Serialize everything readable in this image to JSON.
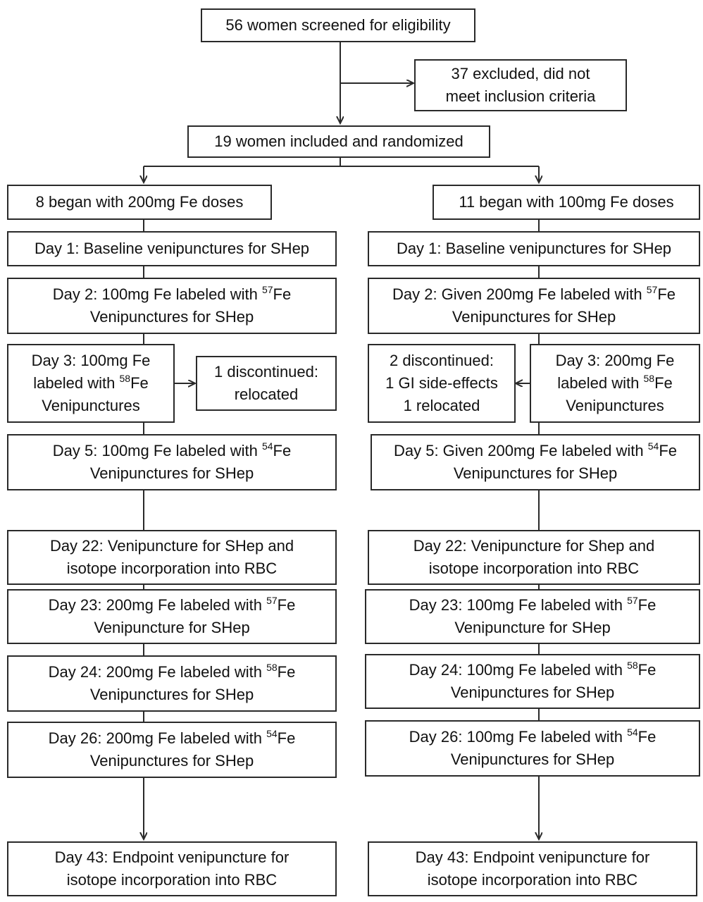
{
  "screening": {
    "text": "56 women screened for eligibility"
  },
  "excluded": {
    "line1": "37 excluded, did not",
    "line2": "meet inclusion criteria"
  },
  "randomized": {
    "text": "19 women included and randomized"
  },
  "left": {
    "start": "8 began with 200mg Fe doses",
    "day1": "Day 1: Baseline venipunctures for SHep",
    "day2": {
      "pre": "Day 2: 100mg Fe labeled with ",
      "iso": "57",
      "el": "Fe",
      "line2": "Venipunctures for SHep"
    },
    "day3": {
      "line1": "Day 3: 100mg Fe",
      "pre": "labeled with ",
      "iso": "58",
      "el": "Fe",
      "line3": "Venipunctures"
    },
    "discontinued": {
      "line1": "1 discontinued:",
      "line2": "relocated"
    },
    "day5": {
      "pre": "Day 5: 100mg Fe labeled with ",
      "iso": "54",
      "el": "Fe",
      "line2": "Venipunctures for SHep"
    },
    "day22": {
      "line1": "Day 22: Venipuncture for SHep and",
      "line2": "isotope incorporation into RBC"
    },
    "day23": {
      "pre": "Day 23: 200mg Fe labeled with ",
      "iso": "57",
      "el": "Fe",
      "line2": "Venipuncture for SHep"
    },
    "day24": {
      "pre": "Day 24: 200mg Fe labeled with ",
      "iso": "58",
      "el": "Fe",
      "line2": "Venipunctures for SHep"
    },
    "day26": {
      "pre": "Day 26: 200mg Fe labeled with ",
      "iso": "54",
      "el": "Fe",
      "line2": "Venipunctures for SHep"
    },
    "day43": {
      "line1": "Day 43: Endpoint venipuncture for",
      "line2": "isotope incorporation into RBC"
    }
  },
  "right": {
    "start": "11 began with 100mg Fe doses",
    "day1": "Day 1: Baseline venipunctures for SHep",
    "day2": {
      "pre": "Day 2: Given 200mg Fe labeled with ",
      "iso": "57",
      "el": "Fe",
      "line2": "Venipunctures for SHep"
    },
    "discontinued": {
      "line1": "2 discontinued:",
      "line2": "1 GI side-effects",
      "line3": "1 relocated"
    },
    "day3": {
      "line1": "Day 3: 200mg Fe",
      "pre": "labeled with ",
      "iso": "58",
      "el": "Fe",
      "line3": "Venipunctures"
    },
    "day5": {
      "pre": "Day 5: Given 200mg Fe labeled with ",
      "iso": "54",
      "el": "Fe",
      "line2": "Venipunctures for SHep"
    },
    "day22": {
      "line1": "Day 22: Venipuncture for Shep and",
      "line2": "isotope incorporation into RBC"
    },
    "day23": {
      "pre": "Day 23: 100mg Fe labeled with ",
      "iso": "57",
      "el": "Fe",
      "line2": "Venipuncture for SHep"
    },
    "day24": {
      "pre": "Day 24: 100mg Fe labeled with ",
      "iso": "58",
      "el": "Fe",
      "line2": "Venipunctures for SHep"
    },
    "day26": {
      "pre": "Day 26: 100mg Fe labeled with ",
      "iso": "54",
      "el": "Fe",
      "line2": "Venipunctures for SHep"
    },
    "day43": {
      "line1": "Day 43: Endpoint venipuncture for",
      "line2": "isotope incorporation into RBC"
    }
  }
}
